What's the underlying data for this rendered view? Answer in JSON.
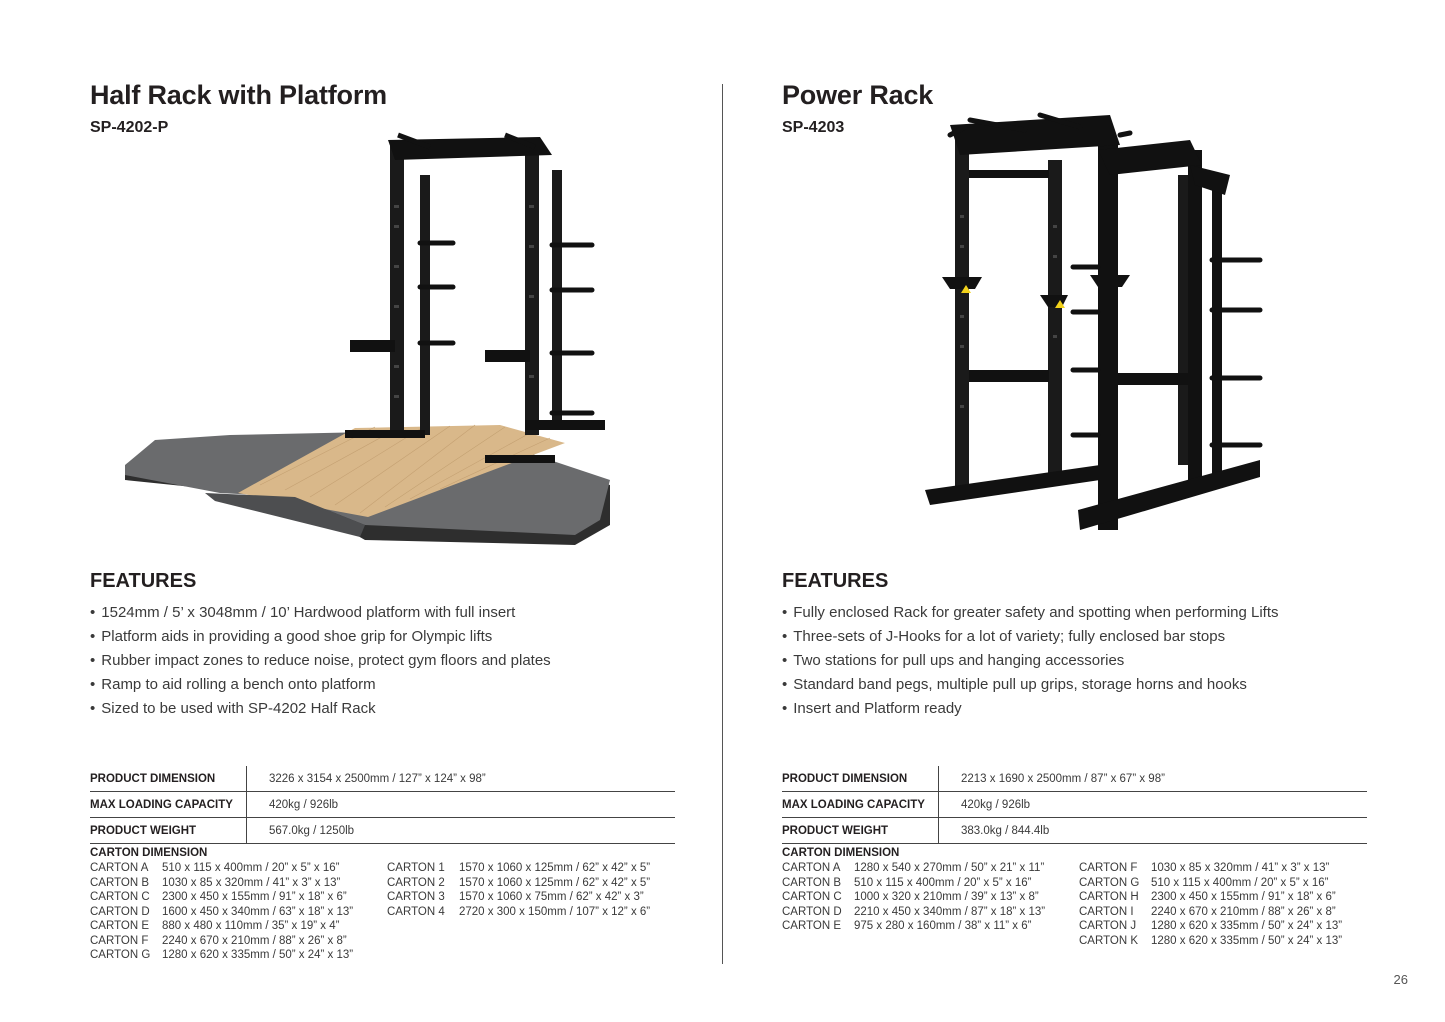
{
  "page_number": "26",
  "products": [
    {
      "title": "Half Rack with Platform",
      "sku": "SP-4202-P",
      "image_alt": "half-rack-with-platform-image",
      "features_heading": "FEATURES",
      "features": [
        "1524mm / 5’ x 3048mm / 10’ Hardwood platform with full insert",
        "Platform aids in providing a good shoe grip for Olympic lifts",
        "Rubber impact zones to reduce noise, protect gym floors and plates",
        "Ramp to aid rolling a bench onto platform",
        "Sized to be used with SP-4202 Half Rack"
      ],
      "specs": [
        {
          "label": "PRODUCT DIMENSION",
          "value": "3226 x 3154 x 2500mm / 127” x 124” x 98”"
        },
        {
          "label": "MAX LOADING CAPACITY",
          "value": "420kg / 926lb"
        },
        {
          "label": "PRODUCT WEIGHT",
          "value": "567.0kg / 1250lb"
        }
      ],
      "carton_heading": "CARTON DIMENSION",
      "cartons_col1": [
        {
          "name": "CARTON A",
          "value": "510 x 115 x 400mm / 20” x 5” x 16”"
        },
        {
          "name": "CARTON B",
          "value": "1030 x 85 x 320mm / 41” x 3” x 13”"
        },
        {
          "name": "CARTON C",
          "value": "2300 x 450 x 155mm / 91” x 18” x 6”"
        },
        {
          "name": "CARTON D",
          "value": "1600 x 450 x 340mm / 63” x 18” x 13”"
        },
        {
          "name": "CARTON E",
          "value": "880 x 480 x 110mm / 35” x 19” x 4”"
        },
        {
          "name": "CARTON F",
          "value": "2240 x 670 x 210mm / 88” x 26” x 8”"
        },
        {
          "name": "CARTON G",
          "value": "1280 x 620 x 335mm / 50” x 24” x 13”"
        }
      ],
      "cartons_col2": [
        {
          "name": "CARTON 1",
          "value": "1570 x 1060 x 125mm / 62” x 42” x 5”"
        },
        {
          "name": "CARTON 2",
          "value": "1570 x 1060 x 125mm / 62” x 42” x 5”"
        },
        {
          "name": "CARTON 3",
          "value": "1570 x 1060 x 75mm / 62” x 42” x 3”"
        },
        {
          "name": "CARTON 4",
          "value": "2720 x 300 x 150mm / 107” x 12” x 6”"
        }
      ]
    },
    {
      "title": "Power Rack",
      "sku": "SP-4203",
      "image_alt": "power-rack-image",
      "features_heading": "FEATURES",
      "features": [
        "Fully enclosed Rack for greater safety and spotting when performing Lifts",
        "Three-sets of J-Hooks for a lot of variety; fully enclosed bar stops",
        "Two stations for pull ups and hanging accessories",
        "Standard band pegs, multiple pull up grips, storage horns and hooks",
        "Insert and Platform ready"
      ],
      "specs": [
        {
          "label": "PRODUCT DIMENSION",
          "value": "2213 x 1690 x 2500mm / 87” x 67” x 98”"
        },
        {
          "label": "MAX LOADING CAPACITY",
          "value": "420kg / 926lb"
        },
        {
          "label": "PRODUCT WEIGHT",
          "value": "383.0kg / 844.4lb"
        }
      ],
      "carton_heading": "CARTON DIMENSION",
      "cartons_col1": [
        {
          "name": "CARTON A",
          "value": "1280 x 540 x 270mm / 50” x 21” x 11”"
        },
        {
          "name": "CARTON B",
          "value": "510 x 115 x 400mm / 20” x 5” x 16”"
        },
        {
          "name": "CARTON C",
          "value": "1000 x 320 x 210mm / 39” x 13” x 8”"
        },
        {
          "name": "CARTON D",
          "value": "2210 x 450 x 340mm / 87” x 18” x 13”"
        },
        {
          "name": "CARTON E",
          "value": "975 x 280 x 160mm / 38” x 11” x 6”"
        }
      ],
      "cartons_col2": [
        {
          "name": "CARTON F",
          "value": "1030 x 85 x 320mm / 41” x 3” x 13”"
        },
        {
          "name": "CARTON G",
          "value": "510 x 115 x 400mm / 20” x 5” x 16”"
        },
        {
          "name": "CARTON H",
          "value": "2300 x 450 x 155mm / 91” x 18” x 6”"
        },
        {
          "name": "CARTON I",
          "value": "2240 x 670 x 210mm / 88” x 26” x 8”"
        },
        {
          "name": "CARTON J",
          "value": "1280 x 620 x 335mm / 50” x 24” x 13”"
        },
        {
          "name": "CARTON K",
          "value": "1280 x 620 x 335mm / 50” x 24”  x 13”"
        }
      ]
    }
  ],
  "colors": {
    "text": "#231f20",
    "body_text": "#3a3a3a",
    "rule": "#444444",
    "wood": "#d9b88a",
    "rubber": "#5e5f61",
    "frame": "#1a1a1a"
  }
}
